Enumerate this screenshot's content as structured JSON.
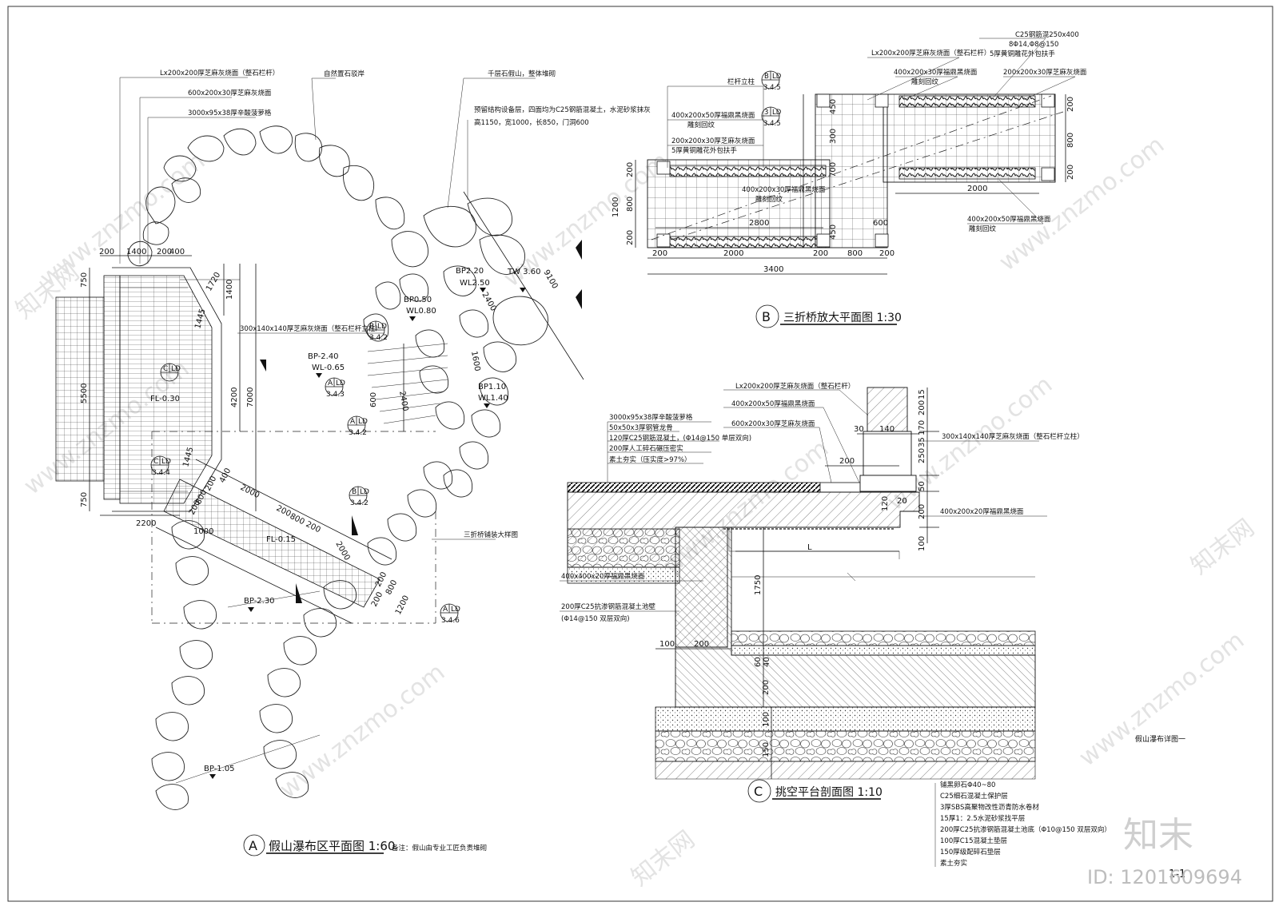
{
  "planA": {
    "title": "假山瀑布区平面图 1:60",
    "badge": "A",
    "note": "备注：假山由专业工匠负责堆砌",
    "callouts": {
      "c1": "Lx200x200厚芝麻灰烧面（整石栏杆）",
      "c2": "600x200x30厚芝麻灰烧面",
      "c3": "3000x95x38厚辛酸菠萝格",
      "c4": "自然置石驳岸",
      "c5": "千层石假山，整体堆砌",
      "c6": "预留结构设备层，四面均为C25钢筋混凝土，水泥砂浆抹灰",
      "c7": "高1150，宽1000，长850，门洞600",
      "c8": "300x140x140厚芝麻灰烧面（整石栏杆立柱）",
      "c9": "三折桥铺装大样图"
    },
    "dims": {
      "d200a": "200",
      "d1400": "1400",
      "d200b": "200",
      "d400": "400",
      "d750a": "750",
      "d5500": "5500",
      "d750b": "750",
      "d2200": "2200",
      "d1720": "1720",
      "d1400b": "1400",
      "d4200": "4200",
      "d7000": "7000",
      "d1445a": "1445",
      "d1445b": "1445",
      "d9100": "9100",
      "d2400a": "2400",
      "d2400b": "2400",
      "d1600": "1600",
      "d600": "600",
      "d1000": "1000",
      "d2000a": "2000",
      "d400b": "400",
      "d200c": "200",
      "d800a": "800",
      "d200d": "200",
      "d200e": "200",
      "d800b": "800",
      "d200f": "200",
      "d2000b": "2000",
      "d200g": "200",
      "d800c": "800",
      "d200h": "200",
      "d1200": "1200"
    },
    "levels": {
      "l1": "BP2.20",
      "l1b": "WL2.50",
      "l2": "TW 3.60",
      "l3": "BP0.50",
      "l3b": "WL0.80",
      "l4": "BP-2.40",
      "l4b": "WL-0.65",
      "l5": "BP1.10",
      "l5b": "WL1.40",
      "l6": "FL-0.30",
      "l7": "FL-0.15",
      "l8": "BP-2.30",
      "l9": "BP-1.05"
    },
    "indexes": {
      "i1a": "B",
      "i1b": "LD",
      "i1c": "3.4.2",
      "i2a": "A",
      "i2b": "LD",
      "i2c": "3.4.3",
      "i3a": "A",
      "i3b": "LD",
      "i3c": "3.4.2",
      "i4a": "C",
      "i4b": "LD",
      "i4c": "3.4.4",
      "i5a": "B",
      "i5b": "LD",
      "i5c": "3.4.2",
      "i6a": "A",
      "i6b": "LD",
      "i6c": "3.4.6",
      "i7a": "C",
      "i7b": "LD"
    }
  },
  "planB": {
    "title": "三折桥放大平面图 1:30",
    "badge": "B",
    "callouts": {
      "b1": "C25钢筋混250x400",
      "b2": "8Φ14,Φ8@150",
      "b3": "5厚黄铜雕花外包扶手",
      "b4": "Lx200x200厚芝麻灰烧面（整石栏杆）",
      "b5": "400x200x30厚福鼎黑烧面",
      "b6": "雕刻回纹",
      "b7": "200x200x30厚芝麻灰烧面",
      "b8": "栏杆立柱",
      "b9": "400x200x50厚福鼎黑烧面",
      "b10": "雕刻回纹",
      "b11": "200x200x30厚芝麻灰烧面",
      "b12": "5厚黄铜雕花外包扶手",
      "b13": "400x200x30厚福鼎黑烧面",
      "b14": "雕刻回纹",
      "b15": "400x200x50厚福鼎黑烧面",
      "b16": "雕刻回纹"
    },
    "idx": {
      "x1a": "B",
      "x1b": "LD",
      "x1c": "3.4.5",
      "x2a": "3",
      "x2b": "LD",
      "x2c": "3.4.5"
    },
    "dims": {
      "e200a": "200",
      "e2000a": "2000",
      "e200b": "200",
      "e800": "800",
      "e200c": "200",
      "e3400": "3400",
      "e200l1": "200",
      "e1200": "1200",
      "e800v": "800",
      "e200l2": "200",
      "e450a": "450",
      "e300": "300",
      "e700": "700",
      "e450b": "450",
      "e200r1": "200",
      "e800r": "800",
      "e200r2": "200",
      "e2800": "2800",
      "e600": "600",
      "e2000b": "2000"
    }
  },
  "sectionC": {
    "title": "挑空平台剖面图 1:10",
    "badge": "C",
    "side": "假山瀑布详图一",
    "callouts": {
      "s1": "Lx200x200厚芝麻灰烧面（整石栏杆）",
      "s2": "400x200x50厚福鼎黑烧面",
      "s3": "600x200x30厚芝麻灰烧面",
      "s4": "3000x95x38厚辛酸菠萝格",
      "s5": "50x50x3厚钢管龙骨",
      "s6": "120厚C25钢筋混凝土，(Φ14@150 单层双向)",
      "s7": "200厚人工碎石碾压密实",
      "s8": "素土夯实（压实度>97%）",
      "s9": "300x140x140厚芝麻灰烧面（整石栏杆立柱）",
      "s10": "400x200x20厚福鼎黑烧面",
      "s11": "400x400x20厚福鼎黑烧面",
      "s12": "200厚C25抗渗钢筋混凝土池壁",
      "s13": "(Φ14@150 双层双向)"
    },
    "layers": [
      "铺黑卵石Φ40~80",
      "C25细石混凝土保护层",
      "3厚SBS高聚物改性沥青防水卷材",
      "15厚1：2.5水泥砂浆找平层",
      "200厚C25抗渗钢筋混凝土池底（Φ10@150 双层双向）",
      "100厚C15混凝土垫层",
      "150厚级配碎石垫层",
      "素土夯实"
    ],
    "dims": {
      "f15": "15",
      "f200": "200",
      "f170": "170",
      "f35": "35",
      "f250": "250",
      "f50": "50",
      "f200b": "200",
      "f100": "100",
      "f30": "30",
      "f140": "140",
      "f200h": "200",
      "f120": "120",
      "f20": "20",
      "fL": "L",
      "f1750": "1750",
      "f60": "60",
      "f40": "40",
      "f200c": "200",
      "f100b": "100",
      "f150": "150",
      "f100h": "100",
      "f200i": "200"
    }
  },
  "sheet": {
    "code": "1-1"
  },
  "watermark": {
    "brand": "知末",
    "id": "ID: 1201609694",
    "site": "www.znzmo.com",
    "cn": "知末网"
  }
}
